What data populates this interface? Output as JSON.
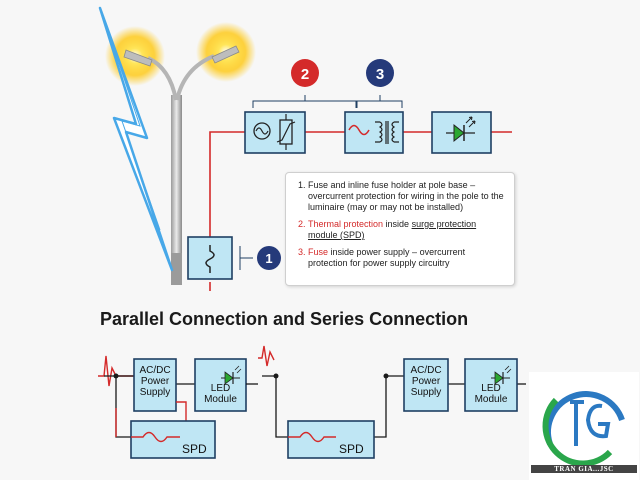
{
  "colors": {
    "wire": "#d42a2a",
    "box_fill": "#bfe6f4",
    "box_border": "#1f3f63",
    "badge_red": "#d42a2a",
    "badge_blue": "#253a7a",
    "lightning": "#48a8e8",
    "glow": "#ffd200"
  },
  "badges": {
    "b1": "1",
    "b2": "2",
    "b3": "3"
  },
  "notes": [
    {
      "num": "1.",
      "text": "Fuse and inline fuse holder at pole base – overcurrent  protection for wiring in the pole to the luminaire (may or may not be installed)"
    },
    {
      "num": "2.",
      "highlight": "Thermal protection",
      "text_before": " inside ",
      "underlined": "surge protection module (SPD)"
    },
    {
      "num": "3.",
      "highlight": "Fuse",
      "text": " inside power supply – overcurrent protection for power supply circuitry"
    }
  ],
  "heading": "Parallel Connection and Series Connection",
  "parallel": {
    "psu_label": "AC/DC Power Supply",
    "led_label": "LED Module",
    "spd_label": "SPD"
  },
  "series": {
    "psu_label": "AC/DC Power Supply",
    "led_label": "LED Module",
    "spd_label": "SPD"
  },
  "logo": {
    "text": "TRAN GIA...JSC"
  },
  "icons": [
    "lightning-bolt-icon",
    "street-lamp-icon",
    "fuse-icon",
    "surge-protection-icon",
    "transformer-icon",
    "led-icon",
    "surge-spike-icon",
    "company-logo-icon"
  ]
}
